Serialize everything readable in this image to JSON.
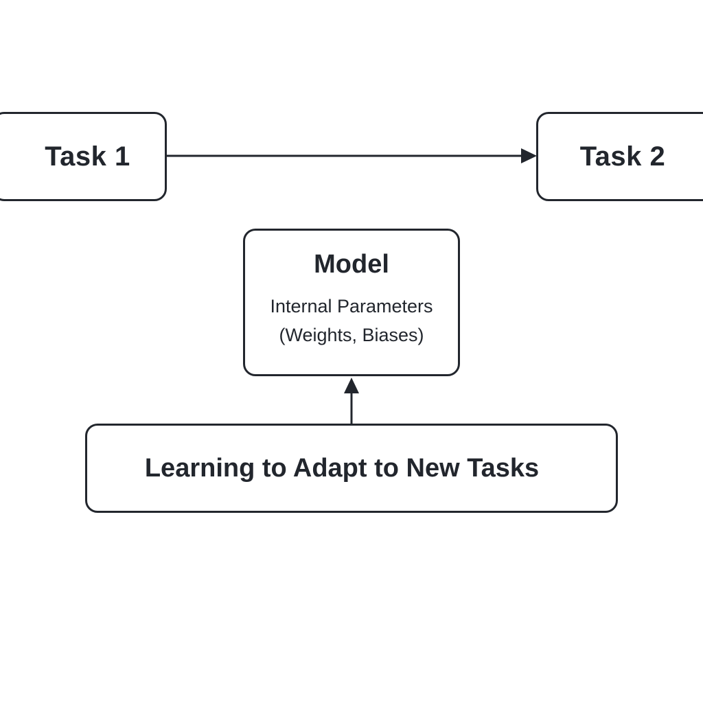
{
  "diagram": {
    "task1": {
      "label": "Task 1"
    },
    "task2": {
      "label": "Task 2"
    },
    "model": {
      "title": "Model",
      "line1": "Internal Parameters",
      "line2": "(Weights, Biases)"
    },
    "learning": {
      "label": "Learning to Adapt to New Tasks"
    },
    "edges": [
      {
        "from": "task1",
        "to": "task2"
      },
      {
        "from": "learning",
        "to": "model"
      }
    ],
    "colors": {
      "stroke": "#22262d",
      "background": "#ffffff"
    }
  }
}
